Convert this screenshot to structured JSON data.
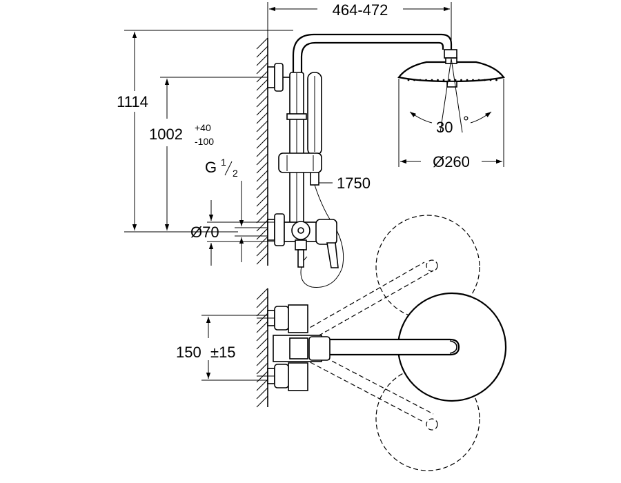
{
  "dimensions": {
    "arm_reach": "464-472",
    "total_height": "1114",
    "rail_height_base": "1002",
    "rail_height_tol_plus": "+40",
    "rail_height_tol_minus": "-100",
    "thread_prefix": "G",
    "thread_num": "1",
    "thread_den": "2",
    "rosette_diameter": "Ø70",
    "hose_length": "1750",
    "tilt_angle": "30",
    "tilt_unit": "°",
    "head_diameter": "Ø260",
    "inlet_spacing": "150",
    "inlet_spacing_tol": "±15"
  }
}
